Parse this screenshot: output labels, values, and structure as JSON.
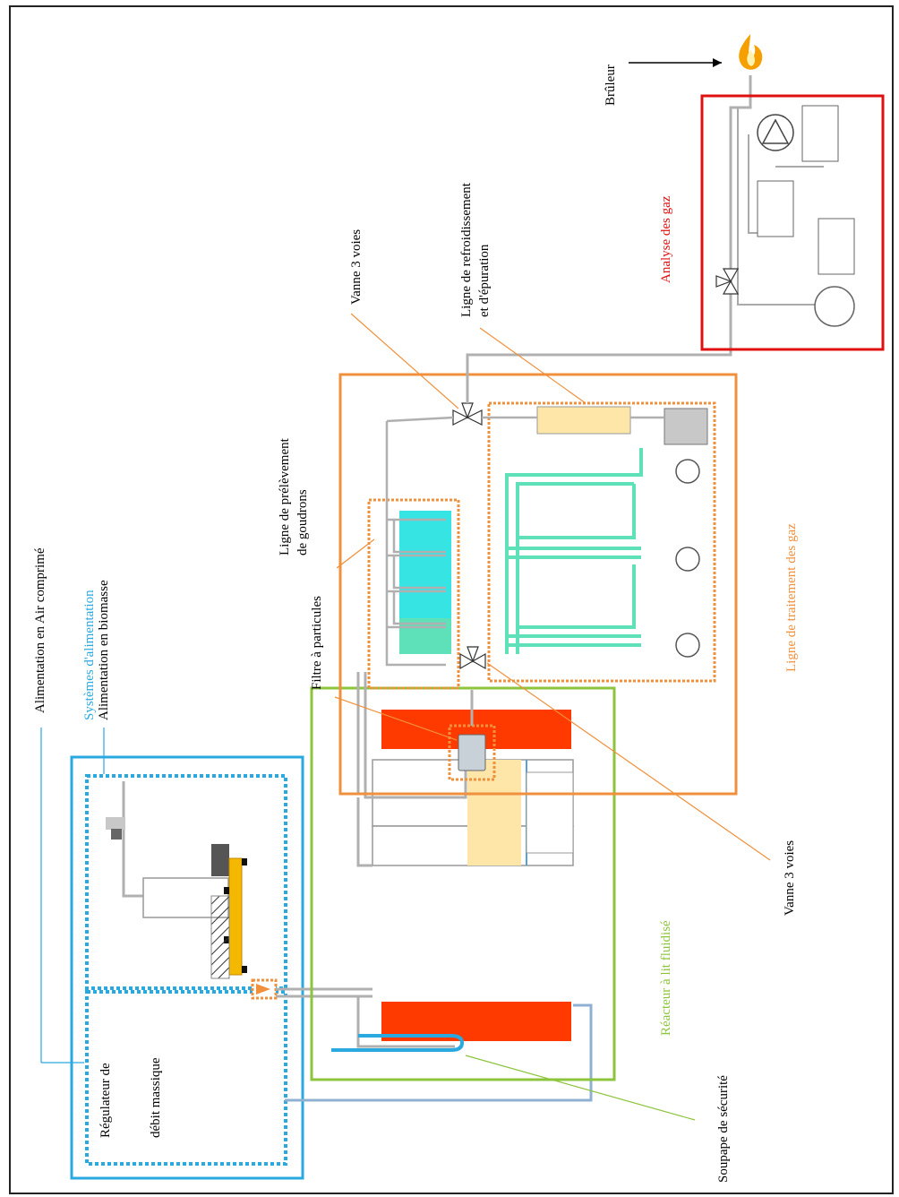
{
  "labels": {
    "air_supply": "Alimentation en Air comprimé",
    "feed_systems": "Systèmes d'alimentation",
    "biomass_supply": "Alimentation en biomasse",
    "mass_flow_1": "Régulateur de",
    "mass_flow_2": "débit massique",
    "particle_filter": "Filtre à particules",
    "tar_line_1": "Ligne de prélèvement",
    "tar_line_2": "de goudrons",
    "valve_top": "Vanne 3 voies",
    "valve_bottom": "Vanne 3 voies",
    "cooling_line_1": "Ligne de refroidissement",
    "cooling_line_2": "et d'épuration",
    "burner": "Brûleur",
    "gas_analysis": "Analyse des gaz",
    "gas_treatment": "Ligne de traitement des gaz",
    "reactor": "Réacteur à lit fluidisé",
    "safety_valve": "Soupape de sécurité"
  },
  "colors": {
    "feed_box": "#2aa8e0",
    "treatment_box": "#f0903c",
    "reactor_box": "#8cc43c",
    "analysis_box": "#e01010",
    "heater": "#ff3a00",
    "impinger": "#36e4e4",
    "condenser": "#5ee0b8",
    "filter": "#c8d0d8",
    "bed": "#fde6a8",
    "pipe": "#b8b8b8"
  },
  "icons": [
    "flame-icon",
    "pump-icon",
    "valve-icon",
    "filter-icon",
    "heater-icon",
    "impinger-icon"
  ]
}
